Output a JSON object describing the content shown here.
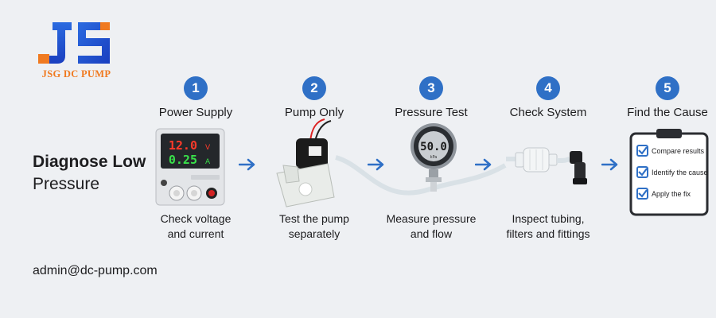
{
  "brand": {
    "name": "JSG DC PUMP",
    "logo_letters": "JS",
    "colors": {
      "blue": "#1f4fd1",
      "orange": "#f07a20",
      "badge": "#2f70c6"
    }
  },
  "heading": {
    "line1": "Diagnose Low",
    "line2": "Pressure"
  },
  "contact": {
    "email": "admin@dc-pump.com"
  },
  "steps": [
    {
      "number": "1",
      "title": "Power Supply",
      "desc_line1": "Check voltage",
      "desc_line2": "and current",
      "icon": "power-supply-icon"
    },
    {
      "number": "2",
      "title": "Pump Only",
      "desc_line1": "Test the pump",
      "desc_line2": "separately",
      "icon": "pump-icon"
    },
    {
      "number": "3",
      "title": "Pressure Test",
      "desc_line1": "Measure pressure",
      "desc_line2": "and flow",
      "icon": "pressure-gauge-icon"
    },
    {
      "number": "4",
      "title": "Check System",
      "desc_line1": "Inspect tubing,",
      "desc_line2": "filters and fittings",
      "icon": "filter-fitting-icon"
    },
    {
      "number": "5",
      "title": "Find the Cause",
      "desc_line1": "",
      "desc_line2": "",
      "icon": "checklist-icon"
    }
  ],
  "power_supply": {
    "voltage": "12.0",
    "voltage_unit": "V",
    "current": "0.25",
    "current_unit": "A"
  },
  "gauge": {
    "reading": "50.0",
    "unit": "kPa"
  },
  "checklist": {
    "items": [
      "Compare results",
      "Identify the cause",
      "Apply the fix"
    ]
  }
}
